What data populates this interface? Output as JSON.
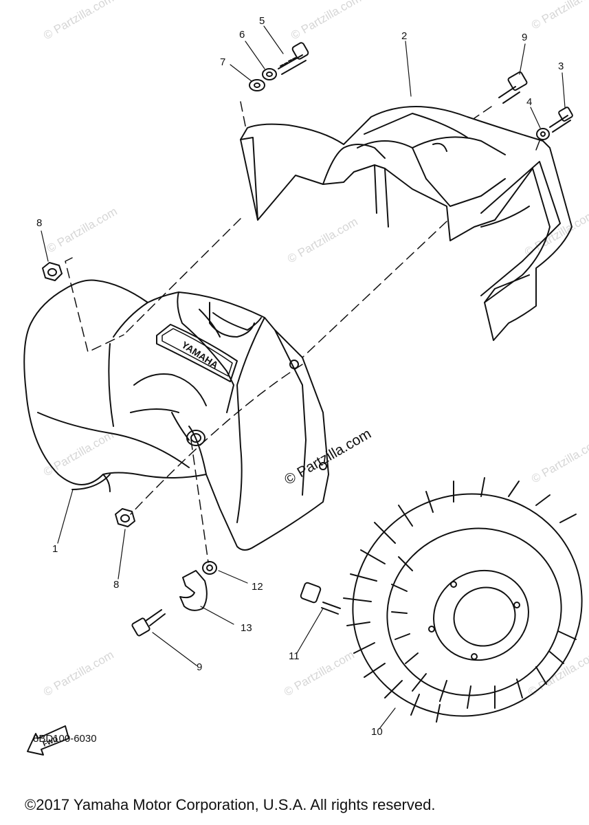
{
  "diagram": {
    "brand_label": "YAMAHA",
    "fwd_label": "FWD",
    "drawing_code": "8BD100-6030",
    "copyright": "©2017 Yamaha Motor Corporation, U.S.A. All rights reserved.",
    "center_watermark": "© Partzilla.com",
    "watermark": "© Partzilla.com",
    "callouts": {
      "c1": "1",
      "c2": "2",
      "c3": "3",
      "c4": "4",
      "c5": "5",
      "c6": "6",
      "c7": "7",
      "c8a": "8",
      "c8b": "8",
      "c9a": "9",
      "c9b": "9",
      "c10": "10",
      "c11": "11",
      "c12": "12",
      "c13": "13"
    }
  }
}
